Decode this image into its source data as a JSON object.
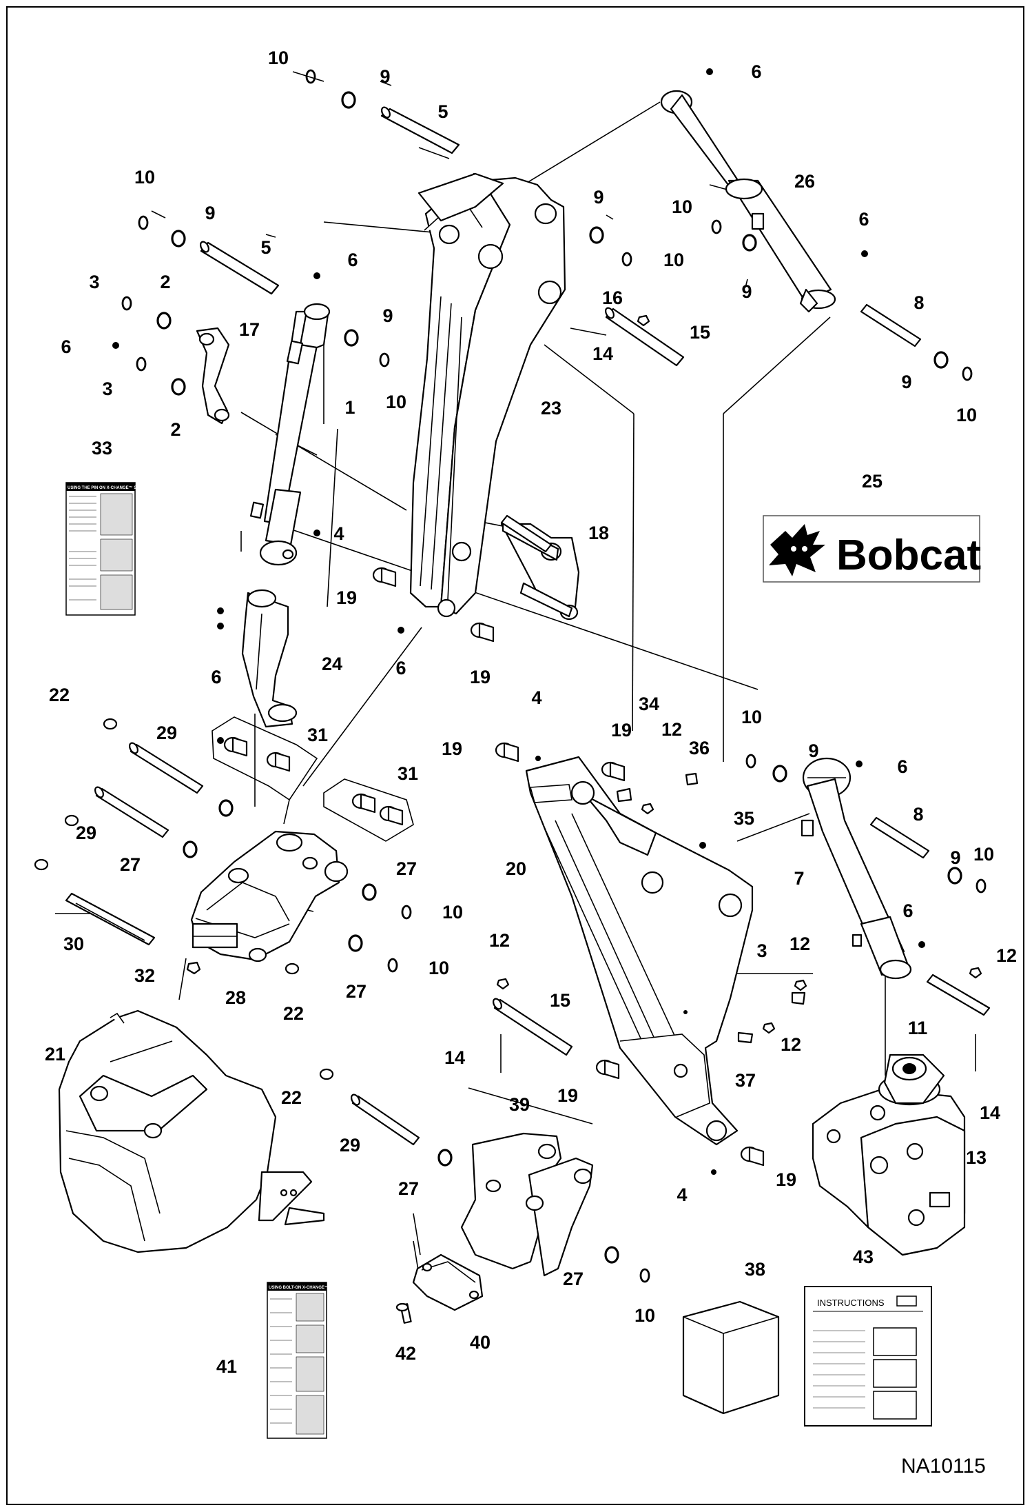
{
  "drawing_number": "NA10115",
  "logo": {
    "brand": "Bobcat"
  },
  "decal_33": {
    "title": "USING THE PIN ON X-CHANGE™ SYSTEM"
  },
  "decal_41": {
    "title": "USING BOLT-ON X-CHANGE™ SYSTEM"
  },
  "instruction_sheet": {
    "title": "INSTRUCTIONS"
  },
  "callouts": [
    {
      "id": "c1",
      "text": "10"
    },
    {
      "id": "c2",
      "text": "9"
    },
    {
      "id": "c3",
      "text": "5"
    },
    {
      "id": "c4",
      "text": "6"
    },
    {
      "id": "c5",
      "text": "26"
    },
    {
      "id": "c6",
      "text": "10"
    },
    {
      "id": "c7",
      "text": "9"
    },
    {
      "id": "c8",
      "text": "5"
    },
    {
      "id": "c9",
      "text": "6"
    },
    {
      "id": "c10",
      "text": "3"
    },
    {
      "id": "c11",
      "text": "2"
    },
    {
      "id": "c12",
      "text": "17"
    },
    {
      "id": "c13",
      "text": "6"
    },
    {
      "id": "c14",
      "text": "3"
    },
    {
      "id": "c15",
      "text": "2"
    },
    {
      "id": "c16",
      "text": "9"
    },
    {
      "id": "c17",
      "text": "1"
    },
    {
      "id": "c18",
      "text": "10"
    },
    {
      "id": "c19",
      "text": "9"
    },
    {
      "id": "c20",
      "text": "10"
    },
    {
      "id": "c21",
      "text": "10"
    },
    {
      "id": "c22",
      "text": "9"
    },
    {
      "id": "c23",
      "text": "6"
    },
    {
      "id": "c24",
      "text": "16"
    },
    {
      "id": "c25",
      "text": "15"
    },
    {
      "id": "c26",
      "text": "14"
    },
    {
      "id": "c27",
      "text": "8"
    },
    {
      "id": "c28",
      "text": "9"
    },
    {
      "id": "c29",
      "text": "10"
    },
    {
      "id": "c30",
      "text": "23"
    },
    {
      "id": "c31",
      "text": "33"
    },
    {
      "id": "c32",
      "text": "25"
    },
    {
      "id": "c33",
      "text": "4"
    },
    {
      "id": "c34",
      "text": "18"
    },
    {
      "id": "c35",
      "text": "19"
    },
    {
      "id": "c36",
      "text": "6"
    },
    {
      "id": "c37",
      "text": "19"
    },
    {
      "id": "c38",
      "text": "6"
    },
    {
      "id": "c39",
      "text": "24"
    },
    {
      "id": "c40",
      "text": "6"
    },
    {
      "id": "c41",
      "text": "22"
    },
    {
      "id": "c42",
      "text": "29"
    },
    {
      "id": "c43",
      "text": "31"
    },
    {
      "id": "c44",
      "text": "31"
    },
    {
      "id": "c45",
      "text": "29"
    },
    {
      "id": "c46",
      "text": "27"
    },
    {
      "id": "c47",
      "text": "27"
    },
    {
      "id": "c48",
      "text": "10"
    },
    {
      "id": "c49",
      "text": "30"
    },
    {
      "id": "c50",
      "text": "32"
    },
    {
      "id": "c51",
      "text": "28"
    },
    {
      "id": "c52",
      "text": "22"
    },
    {
      "id": "c53",
      "text": "27"
    },
    {
      "id": "c54",
      "text": "10"
    },
    {
      "id": "c55",
      "text": "4"
    },
    {
      "id": "c56",
      "text": "34"
    },
    {
      "id": "c57",
      "text": "19"
    },
    {
      "id": "c58",
      "text": "19"
    },
    {
      "id": "c59",
      "text": "12"
    },
    {
      "id": "c60",
      "text": "36"
    },
    {
      "id": "c61",
      "text": "10"
    },
    {
      "id": "c62",
      "text": "9"
    },
    {
      "id": "c63",
      "text": "6"
    },
    {
      "id": "c64",
      "text": "35"
    },
    {
      "id": "c65",
      "text": "20"
    },
    {
      "id": "c66",
      "text": "8"
    },
    {
      "id": "c67",
      "text": "9"
    },
    {
      "id": "c68",
      "text": "10"
    },
    {
      "id": "c69",
      "text": "7"
    },
    {
      "id": "c70",
      "text": "6"
    },
    {
      "id": "c71",
      "text": "12"
    },
    {
      "id": "c72",
      "text": "15"
    },
    {
      "id": "c73",
      "text": "3"
    },
    {
      "id": "c74",
      "text": "12"
    },
    {
      "id": "c75",
      "text": "12"
    },
    {
      "id": "c76",
      "text": "11"
    },
    {
      "id": "c77",
      "text": "12"
    },
    {
      "id": "c78",
      "text": "14"
    },
    {
      "id": "c79",
      "text": "19"
    },
    {
      "id": "c80",
      "text": "37"
    },
    {
      "id": "c81",
      "text": "14"
    },
    {
      "id": "c82",
      "text": "21"
    },
    {
      "id": "c83",
      "text": "22"
    },
    {
      "id": "c84",
      "text": "29"
    },
    {
      "id": "c85",
      "text": "39"
    },
    {
      "id": "c86",
      "text": "27"
    },
    {
      "id": "c87",
      "text": "4"
    },
    {
      "id": "c88",
      "text": "19"
    },
    {
      "id": "c89",
      "text": "13"
    },
    {
      "id": "c90",
      "text": "38"
    },
    {
      "id": "c91",
      "text": "43"
    },
    {
      "id": "c92",
      "text": "27"
    },
    {
      "id": "c93",
      "text": "10"
    },
    {
      "id": "c94",
      "text": "40"
    },
    {
      "id": "c95",
      "text": "42"
    },
    {
      "id": "c96",
      "text": "41"
    }
  ]
}
